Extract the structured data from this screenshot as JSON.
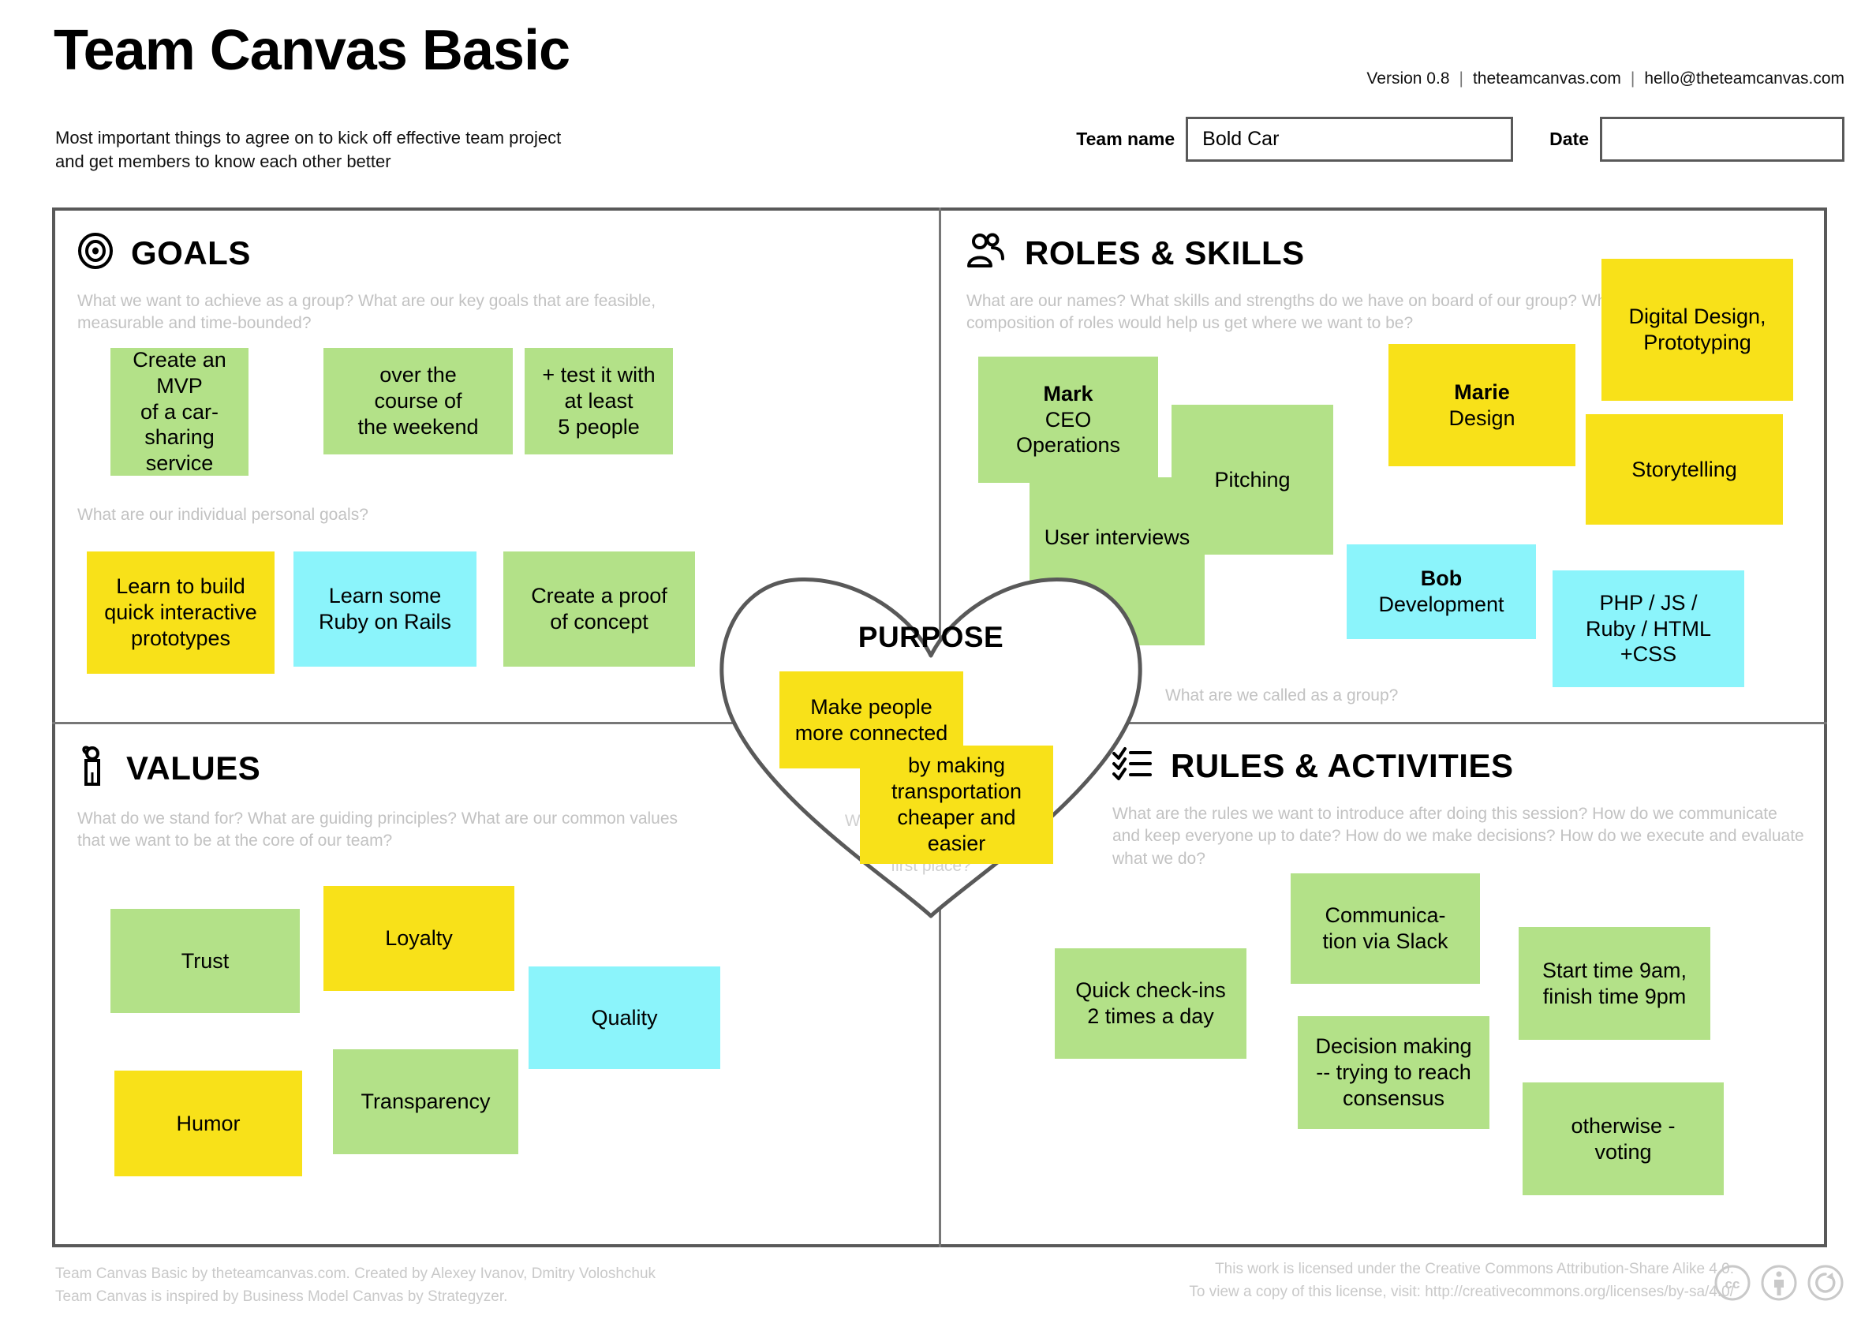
{
  "header": {
    "title": "Team Canvas Basic",
    "subtitle": "Most important things to agree on to kick off effective team project\nand get members to know each other better",
    "version": "Version 0.8",
    "site": "theteamcanvas.com",
    "email": "hello@theteamcanvas.com",
    "team_name_label": "Team name",
    "team_name_value": "Bold Car",
    "date_label": "Date",
    "date_value": ""
  },
  "goals": {
    "title": "GOALS",
    "icon": "target-icon",
    "hint": "What we want to achieve as a group? What are our key goals that are feasible, measurable and time-bounded?",
    "sub_hint": "What are our individual personal goals?",
    "group_notes": [
      {
        "text": "Create an MVP\nof a car-sharing\nservice",
        "color": "green"
      },
      {
        "text": "over the\ncourse of\nthe weekend",
        "color": "green"
      },
      {
        "text": "+ test it with\nat least\n5 people",
        "color": "green"
      }
    ],
    "personal_notes": [
      {
        "text": "Learn to build\nquick interactive\nprototypes",
        "color": "yellow"
      },
      {
        "text": "Learn some\nRuby on Rails",
        "color": "cyan"
      },
      {
        "text": "Create a proof\nof concept",
        "color": "green"
      }
    ]
  },
  "roles": {
    "title": "ROLES & SKILLS",
    "icon": "people-icon",
    "hint": "What are our names? What skills and strengths do we have on board of our group? What composition of roles would help us get where we want to be?",
    "sub_hint": "What are we called as a group?",
    "notes": [
      {
        "name": "Mark",
        "role": "CEO\nOperations",
        "color": "green"
      },
      {
        "text": "Pitching",
        "color": "green"
      },
      {
        "text": "User interviews",
        "color": "green"
      },
      {
        "name": "Marie",
        "role": "Design",
        "color": "yellow"
      },
      {
        "text": "Digital Design,\nPrototyping",
        "color": "yellow"
      },
      {
        "text": "Storytelling",
        "color": "yellow"
      },
      {
        "name": "Bob",
        "role": "Development",
        "color": "cyan"
      },
      {
        "text": "PHP / JS /\nRuby / HTML\n+CSS",
        "color": "cyan"
      }
    ]
  },
  "values": {
    "title": "VALUES",
    "icon": "person-raised-hand-icon",
    "hint": "What do we stand for? What are guiding principles? What are our common values that we want to be at the core of our team?",
    "notes": [
      {
        "text": "Trust",
        "color": "green"
      },
      {
        "text": "Loyalty",
        "color": "yellow"
      },
      {
        "text": "Quality",
        "color": "cyan"
      },
      {
        "text": "Transparency",
        "color": "green"
      },
      {
        "text": "Humor",
        "color": "yellow"
      }
    ]
  },
  "rules": {
    "title": "RULES & ACTIVITIES",
    "icon": "checklist-icon",
    "hint": "What are the rules we want to introduce after doing this session? How do we communicate and keep everyone up to date? How do we make decisions? How do we execute and evaluate what we do?",
    "notes": [
      {
        "text": "Quick check-ins\n2 times a day",
        "color": "green"
      },
      {
        "text": "Communica-\ntion via Slack",
        "color": "green"
      },
      {
        "text": "Start time 9am,\nfinish time 9pm",
        "color": "green"
      },
      {
        "text": "Decision making\n-- trying to reach\nconsensus",
        "color": "green"
      },
      {
        "text": "otherwise -\nvoting",
        "color": "green"
      }
    ]
  },
  "purpose": {
    "title": "PURPOSE",
    "hint": "Why are we doing what\nwe are doing in the\nfirst place?",
    "notes": [
      {
        "text": "Make people\nmore connected",
        "color": "yellow"
      },
      {
        "text": "by making\ntransportation\ncheaper and\neasier",
        "color": "yellow"
      }
    ]
  },
  "footer": {
    "left": "Team Canvas Basic by theteamcanvas.com. Created by Alexey Ivanov, Dmitry Voloshchuk\nTeam Canvas is inspired by Business Model Canvas by Strategyzer.",
    "right": "This work is licensed under the Creative Commons Attribution-Share Alike 4.0.\nTo view a copy of this license, visit: http://creativecommons.org/licenses/by-sa/4.0/"
  },
  "colors": {
    "green": "#b3e188",
    "yellow": "#f8e119",
    "cyan": "#8bf4fb",
    "frame": "#595959",
    "hint": "#c2c2c2"
  }
}
